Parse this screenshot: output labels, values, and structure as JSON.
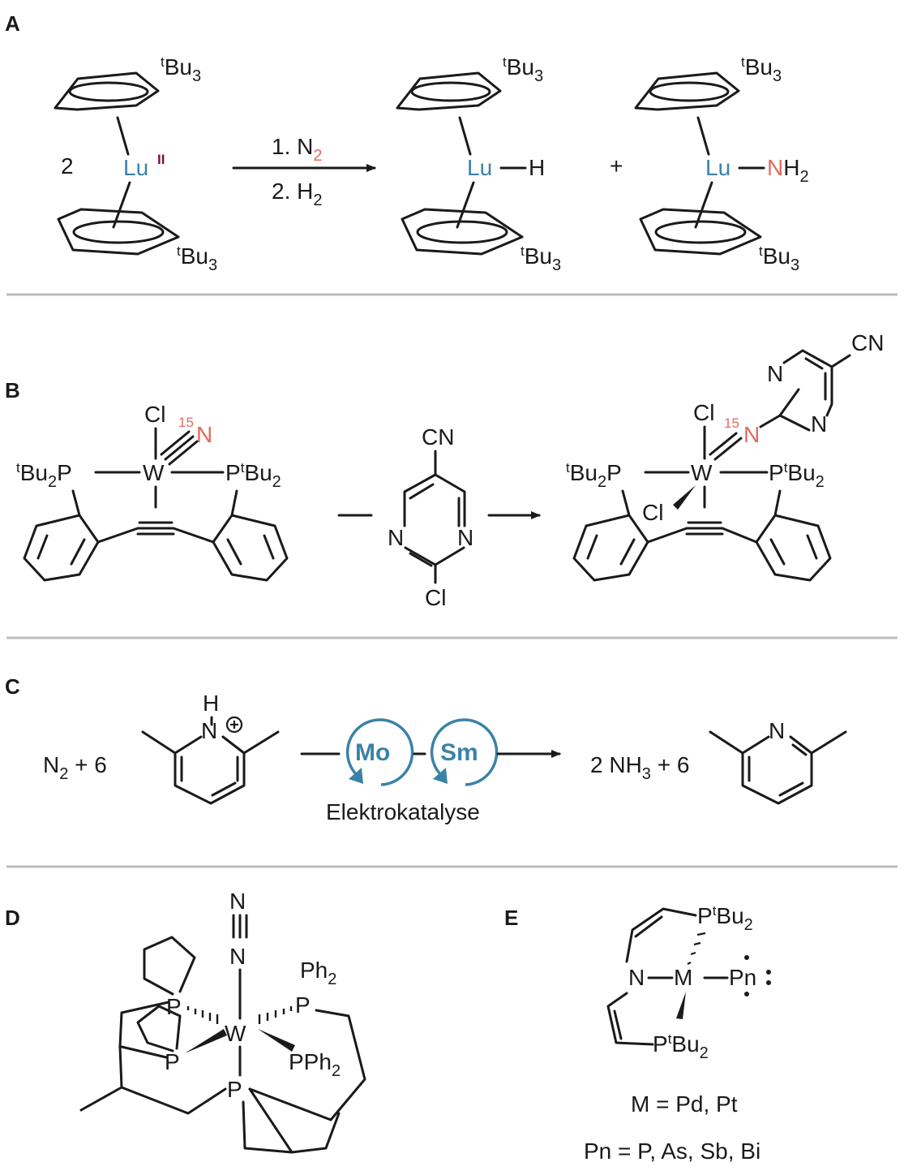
{
  "panels": {
    "A": {
      "label": "A",
      "coefficient": "2",
      "metal": "Lu",
      "oxidation": "II",
      "ligand_sub": "tBu3",
      "step1": "1. N",
      "step1_sub": "2",
      "step2": "2. H",
      "step2_sub": "2",
      "product1_group": "H",
      "plus": "+",
      "product2_n": "N",
      "product2_h": "H",
      "product2_sub": "2"
    },
    "B": {
      "label": "B",
      "cl": "Cl",
      "isotope": "15",
      "nitrogen": "N",
      "metal": "W",
      "phosphine_left": "tBu2P",
      "phosphine_right": "PtBu2",
      "reagent_cn": "CN",
      "reagent_cl": "Cl",
      "product_cl_axial": "Cl",
      "product_cl_wedge": "Cl",
      "product_cn": "CN"
    },
    "C": {
      "label": "C",
      "reactants": "N2 + 6",
      "pyridinium_h": "H",
      "pyridinium_n": "N",
      "catalyst_1": "Mo",
      "catalyst_2": "Sm",
      "caption": "Elektrokatalyse",
      "products": "2 NH3 + 6",
      "pyridine_n": "N"
    },
    "D": {
      "label": "D",
      "metal": "W",
      "ph2_top": "Ph2",
      "pph2": "PPh2"
    },
    "E": {
      "label": "E",
      "metal": "M",
      "pnictogen": "Pn",
      "metal_list": "M = Pd, Pt",
      "pn_list": "Pn = P, As, Sb, Bi"
    }
  },
  "colors": {
    "lutetium": "#3b82a8",
    "nitrogen_highlight": "#e06b5f",
    "oxidation_state": "#7b1033",
    "catalyst": "#3b82a8",
    "divider": "#bdbdbd"
  }
}
